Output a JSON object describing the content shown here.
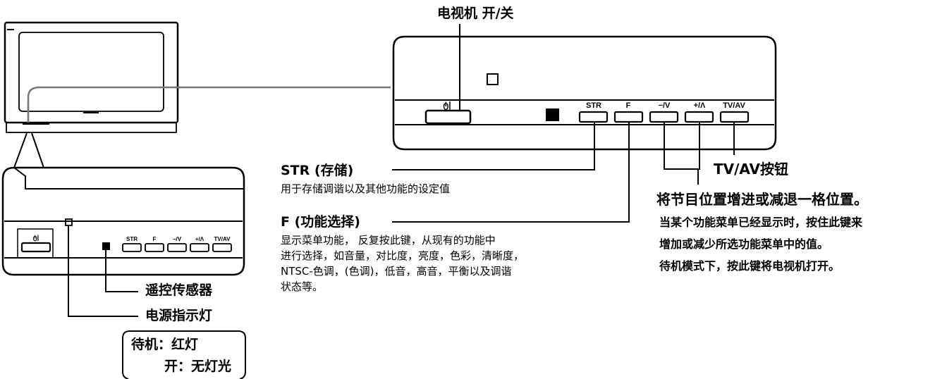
{
  "title_power": "电视机 开/关",
  "big_panel": {
    "power_symbol": "ტ|",
    "buttons": [
      "STR",
      "F",
      "−/V",
      "+/Λ",
      "TV/AV"
    ]
  },
  "small_panel": {
    "power_symbol": "ტ|",
    "buttons": [
      "STR",
      "F",
      "−/V",
      "+/Λ",
      "TV/AV"
    ]
  },
  "str": {
    "title": "STR (存储)",
    "desc": "用于存储调谐以及其他功能的设定值"
  },
  "func": {
    "title": "F (功能选择)",
    "lines": [
      "显示菜单功能，  反复按此键，从现有的功能中",
      "进行选择，如音量，对比度，亮度，色彩，清晰度，",
      "NTSC-色调，(色调)，低音，高音，平衡以及调谐",
      "状态等。"
    ]
  },
  "tvav": {
    "title": "TV/AV按钮"
  },
  "prog": {
    "title": "将节目位置增进或减退一格位置。",
    "lines": [
      "当某个功能菜单已经显示时，按住此键来",
      "增加或减少所选功能菜单中的值。",
      "待机模式下，按此键将电视机打开。"
    ]
  },
  "remote_sensor": "遥控传感器",
  "power_indicator": "电源指示灯",
  "indicator_box": {
    "standby": "待机：红灯",
    "on": "开：无灯光"
  }
}
